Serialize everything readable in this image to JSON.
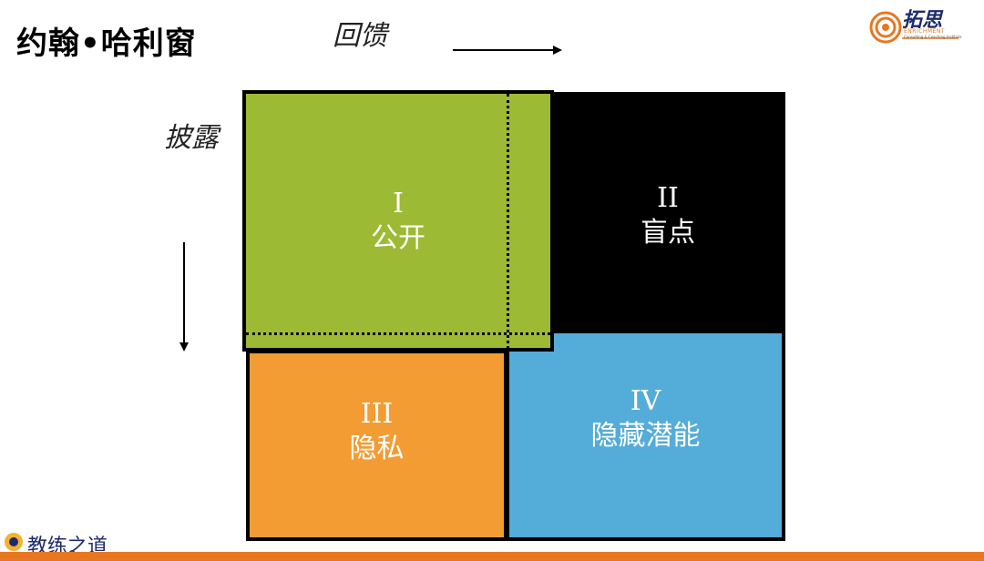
{
  "title": "约翰•哈利窗",
  "axis_top_label": "回馈",
  "axis_left_label": "披露",
  "quadrants": [
    {
      "numeral": "I",
      "label": "公开",
      "color": "#9cba33"
    },
    {
      "numeral": "II",
      "label": "盲点",
      "color": "#000000"
    },
    {
      "numeral": "III",
      "label": "隐私",
      "color": "#f29c33"
    },
    {
      "numeral": "IV",
      "label": "隐藏潜能",
      "color": "#54acd9"
    }
  ],
  "logo": {
    "name": "拓思",
    "subtitle": "ENRICHMENT",
    "tagline": "Consulting & Coaching Institute"
  },
  "footer": {
    "text": "教练之道",
    "bar_color": "#e87722"
  },
  "icons": [
    "arrow-right-icon",
    "arrow-down-icon",
    "spiral-logo-icon",
    "footer-badge-icon"
  ]
}
